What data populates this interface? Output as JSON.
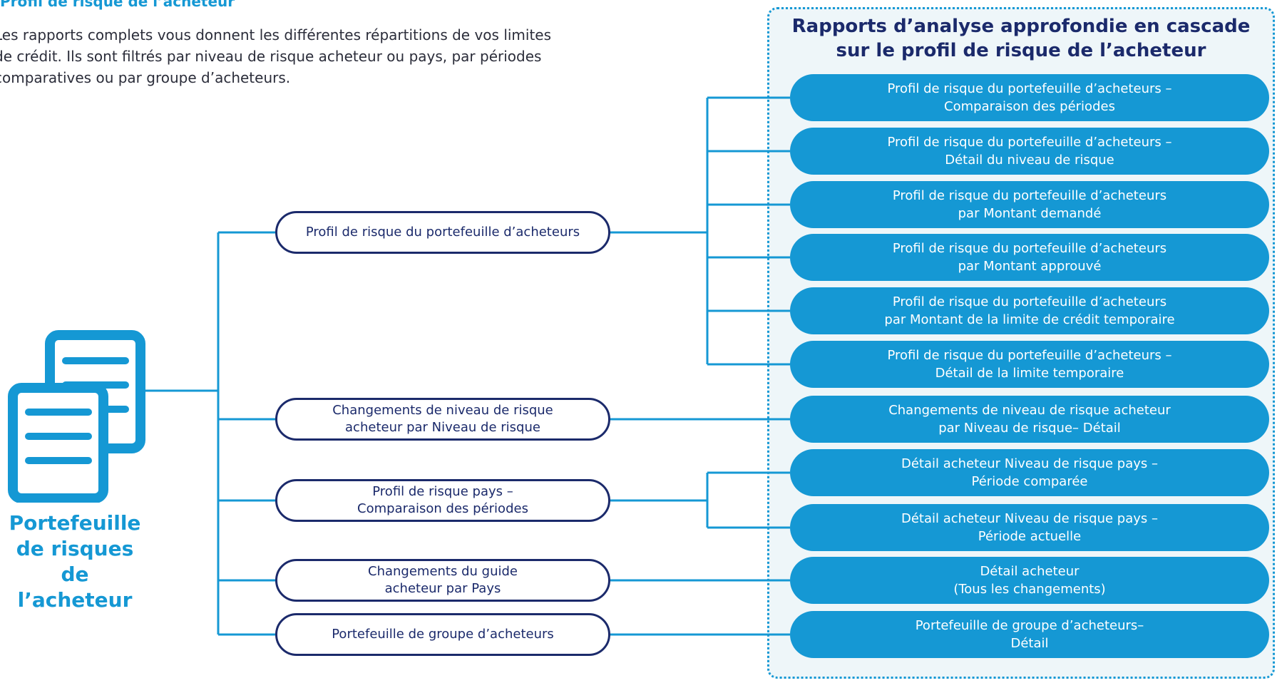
{
  "header": {
    "title": "Profil de risque de l’acheteur",
    "intro_lines": [
      "Les rapports complets vous donnent les différentes répartitions de vos limites",
      "de crédit. Ils sont filtrés par niveau de risque acheteur ou pays, par périodes",
      "comparatives ou par groupe d’acheteurs."
    ]
  },
  "root": {
    "icon": "document-stack-icon",
    "label_lines": [
      "Portefeuille",
      "de risques",
      "de",
      "l’acheteur"
    ]
  },
  "cascade_panel": {
    "title_lines": [
      "Rapports d’analyse approfondie en cascade",
      "sur le profil de risque de l’acheteur"
    ]
  },
  "mid_nodes": [
    {
      "lines": [
        "Profil de risque du portefeuille d’acheteurs"
      ]
    },
    {
      "lines": [
        "Changements de niveau de risque",
        "acheteur par Niveau de risque"
      ]
    },
    {
      "lines": [
        "Profil de risque pays –",
        "Comparaison des périodes"
      ]
    },
    {
      "lines": [
        "Changements du guide",
        "acheteur par Pays"
      ]
    },
    {
      "lines": [
        "Portefeuille de groupe d’acheteurs"
      ]
    }
  ],
  "right_nodes": [
    {
      "lines": [
        "Profil de risque du portefeuille d’acheteurs –",
        "Comparaison des périodes"
      ]
    },
    {
      "lines": [
        "Profil de risque du portefeuille d’acheteurs –",
        "Détail du niveau de risque"
      ]
    },
    {
      "lines": [
        "Profil de risque du portefeuille d’acheteurs",
        "par Montant demandé"
      ]
    },
    {
      "lines": [
        "Profil de risque du portefeuille d’acheteurs",
        "par Montant approuvé"
      ]
    },
    {
      "lines": [
        "Profil de risque du portefeuille d’acheteurs",
        "par Montant de la limite de crédit temporaire"
      ]
    },
    {
      "lines": [
        "Profil de risque du portefeuille d’acheteurs –",
        "Détail de la limite temporaire"
      ]
    },
    {
      "lines": [
        "Changements de niveau de risque acheteur",
        "par Niveau de risque– Détail"
      ]
    },
    {
      "lines": [
        "Détail acheteur Niveau de risque pays –",
        "Période comparée"
      ]
    },
    {
      "lines": [
        "Détail acheteur Niveau de risque pays –",
        "Période actuelle"
      ]
    },
    {
      "lines": [
        "Détail acheteur",
        "(Tous les changements)"
      ]
    },
    {
      "lines": [
        "Portefeuille de groupe d’acheteurs–",
        "Détail"
      ]
    }
  ],
  "colors": {
    "accent_blue": "#1598d4",
    "navy": "#1b2a6b",
    "panel_bg": "#eef6f9"
  }
}
